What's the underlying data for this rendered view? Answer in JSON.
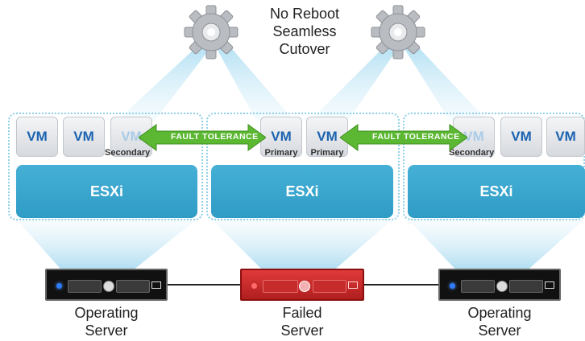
{
  "annotation": {
    "line1": "No Reboot",
    "line2": "Seamless",
    "line3": "Cutover"
  },
  "hosts": [
    {
      "vms": [
        {
          "label": "VM",
          "sub": ""
        },
        {
          "label": "VM",
          "sub": ""
        },
        {
          "label": "VM",
          "sub": "Secondary"
        }
      ],
      "esxi": "ESXi"
    },
    {
      "vms": [
        {
          "label": "VM",
          "sub": "Primary"
        },
        {
          "label": "VM",
          "sub": "Primary"
        }
      ],
      "esxi": "ESXi"
    },
    {
      "vms": [
        {
          "label": "VM",
          "sub": "Secondary"
        },
        {
          "label": "VM",
          "sub": ""
        },
        {
          "label": "VM",
          "sub": ""
        }
      ],
      "esxi": "ESXi"
    }
  ],
  "fault_tolerance": [
    "FAULT TOLERANCE",
    "FAULT TOLERANCE"
  ],
  "servers": [
    {
      "line1": "Operating",
      "line2": "Server",
      "state": "operating"
    },
    {
      "line1": "Failed",
      "line2": "Server",
      "state": "failed"
    },
    {
      "line1": "Operating",
      "line2": "Server",
      "state": "operating"
    }
  ],
  "colors": {
    "esxi": "#3aa8d0",
    "failed": "#d32f2f",
    "vm_text": "#1b63b0",
    "ft_arrow": "#5cb832",
    "beam": "#bfe4f4"
  },
  "icons": {
    "gear": "gear-icon",
    "arrow": "double-arrow-icon"
  }
}
